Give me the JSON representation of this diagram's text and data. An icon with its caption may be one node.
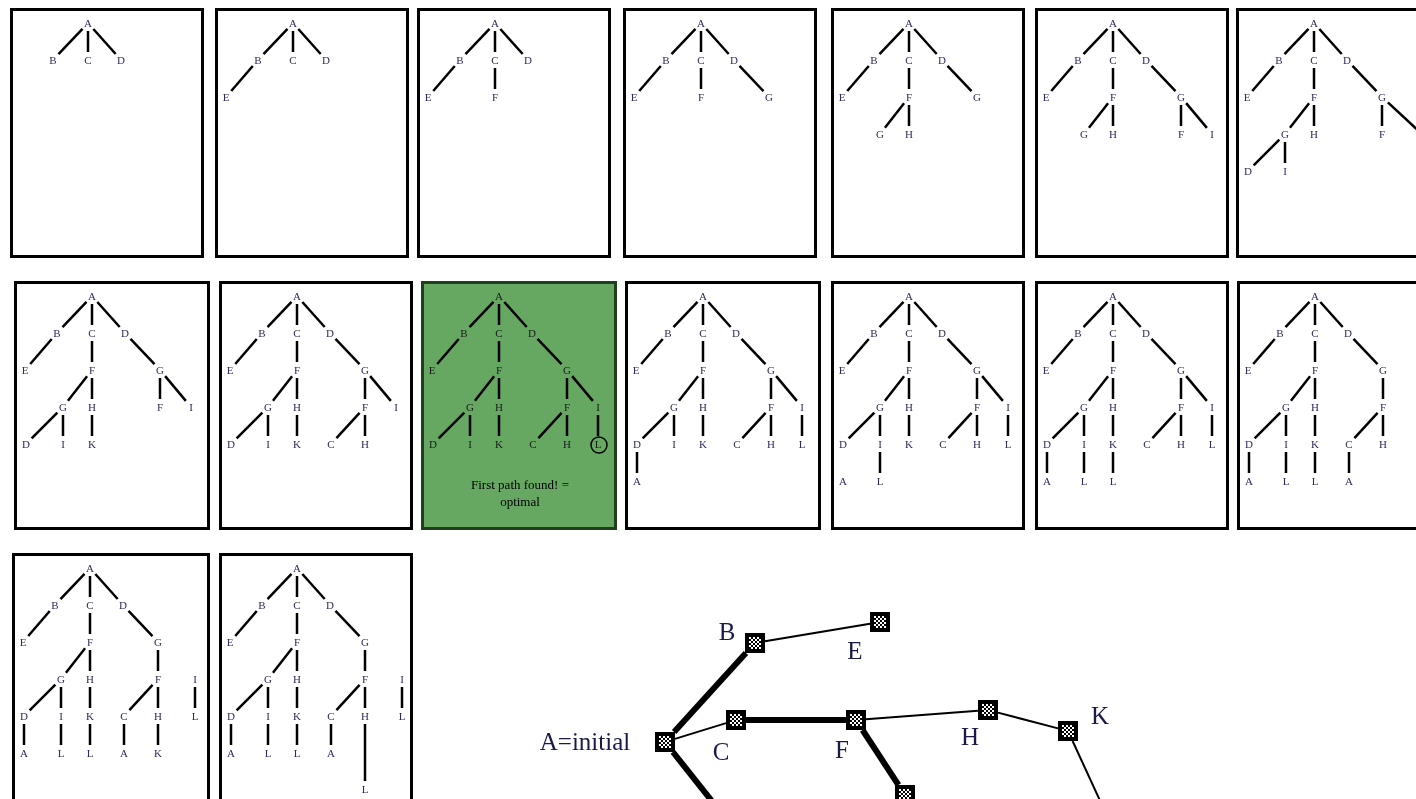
{
  "diagram": {
    "nodes": [
      {
        "text": [],
        "shape": "box"
      },
      {
        "text": [
          "A"
        ],
        "in": 0
      },
      {
        "text": [
          "B"
        ],
        "in": 0
      },
      {
        "text": [
          "C"
        ],
        "in": 0
      },
      {
        "text": [
          "D"
        ],
        "in": 0
      },
      {
        "text": [],
        "shape": "box"
      },
      {
        "text": [
          "A"
        ],
        "in": 5
      },
      {
        "text": [
          "B"
        ],
        "in": 5
      },
      {
        "text": [
          "C"
        ],
        "in": 5
      },
      {
        "text": [
          "D"
        ],
        "in": 5
      },
      {
        "text": [
          "E"
        ],
        "in": 5
      },
      {
        "text": [],
        "shape": "box"
      },
      {
        "text": [
          "A"
        ],
        "in": 11
      },
      {
        "text": [
          "B"
        ],
        "in": 11
      },
      {
        "text": [
          "C"
        ],
        "in": 11
      },
      {
        "text": [
          "D"
        ],
        "in": 11
      },
      {
        "text": [
          "E"
        ],
        "in": 11
      },
      {
        "text": [
          "F"
        ],
        "in": 11
      },
      {
        "text": [],
        "shape": "box"
      },
      {
        "text": [
          "A"
        ],
        "in": 18
      },
      {
        "text": [
          "B"
        ],
        "in": 18
      },
      {
        "text": [
          "C"
        ],
        "in": 18
      },
      {
        "text": [
          "D"
        ],
        "in": 18
      },
      {
        "text": [
          "E"
        ],
        "in": 18
      },
      {
        "text": [
          "F"
        ],
        "in": 18
      },
      {
        "text": [
          "G"
        ],
        "in": 18
      },
      {
        "text": [],
        "shape": "box"
      },
      {
        "text": [
          "A"
        ],
        "in": 26
      },
      {
        "text": [
          "B"
        ],
        "in": 26
      },
      {
        "text": [
          "C"
        ],
        "in": 26
      },
      {
        "text": [
          "D"
        ],
        "in": 26
      },
      {
        "text": [
          "E"
        ],
        "in": 26
      },
      {
        "text": [
          "F"
        ],
        "in": 26
      },
      {
        "text": [
          "G"
        ],
        "in": 26
      },
      {
        "text": [
          "G"
        ],
        "in": 26
      },
      {
        "text": [
          "H"
        ],
        "in": 26
      },
      {
        "text": [],
        "shape": "box"
      },
      {
        "text": [
          "A"
        ],
        "in": 36
      },
      {
        "text": [
          "B"
        ],
        "in": 36
      },
      {
        "text": [
          "C"
        ],
        "in": 36
      },
      {
        "text": [
          "D"
        ],
        "in": 36
      },
      {
        "text": [
          "E"
        ],
        "in": 36
      },
      {
        "text": [
          "F"
        ],
        "in": 36
      },
      {
        "text": [
          "G"
        ],
        "in": 36
      },
      {
        "text": [
          "G"
        ],
        "in": 36
      },
      {
        "text": [
          "H"
        ],
        "in": 36
      },
      {
        "text": [
          "F"
        ],
        "in": 36
      },
      {
        "text": [
          "I"
        ],
        "in": 36
      },
      {
        "text": [],
        "shape": "box"
      },
      {
        "text": [
          "A"
        ],
        "in": 48
      },
      {
        "text": [
          "B"
        ],
        "in": 48
      },
      {
        "text": [
          "C"
        ],
        "in": 48
      },
      {
        "text": [
          "D"
        ],
        "in": 48
      },
      {
        "text": [
          "E"
        ],
        "in": 48
      },
      {
        "text": [
          "F"
        ],
        "in": 48
      },
      {
        "text": [
          "G"
        ],
        "in": 48
      },
      {
        "text": [
          "G"
        ],
        "in": 48
      },
      {
        "text": [
          "H"
        ],
        "in": 48
      },
      {
        "text": [
          "F"
        ],
        "in": 48
      },
      {
        "text": [
          "D"
        ],
        "in": 48
      },
      {
        "text": [
          "I"
        ],
        "in": 48
      },
      {
        "text": [],
        "shape": "box"
      },
      {
        "text": [
          "A"
        ],
        "in": 61
      },
      {
        "text": [
          "B"
        ],
        "in": 61
      },
      {
        "text": [
          "C"
        ],
        "in": 61
      },
      {
        "text": [
          "D"
        ],
        "in": 61
      },
      {
        "text": [
          "E"
        ],
        "in": 61
      },
      {
        "text": [
          "F"
        ],
        "in": 61
      },
      {
        "text": [
          "G"
        ],
        "in": 61
      },
      {
        "text": [
          "G"
        ],
        "in": 61
      },
      {
        "text": [
          "H"
        ],
        "in": 61
      },
      {
        "text": [
          "F"
        ],
        "in": 61
      },
      {
        "text": [
          "I"
        ],
        "in": 61
      },
      {
        "text": [
          "D"
        ],
        "in": 61
      },
      {
        "text": [
          "I"
        ],
        "in": 61
      },
      {
        "text": [
          "K"
        ],
        "in": 61
      },
      {
        "text": [],
        "shape": "box"
      },
      {
        "text": [
          "A"
        ],
        "in": 76
      },
      {
        "text": [
          "B"
        ],
        "in": 76
      },
      {
        "text": [
          "C"
        ],
        "in": 76
      },
      {
        "text": [
          "D"
        ],
        "in": 76
      },
      {
        "text": [
          "E"
        ],
        "in": 76
      },
      {
        "text": [
          "F"
        ],
        "in": 76
      },
      {
        "text": [
          "G"
        ],
        "in": 76
      },
      {
        "text": [
          "G"
        ],
        "in": 76
      },
      {
        "text": [
          "H"
        ],
        "in": 76
      },
      {
        "text": [
          "F"
        ],
        "in": 76
      },
      {
        "text": [
          "I"
        ],
        "in": 76
      },
      {
        "text": [
          "D"
        ],
        "in": 76
      },
      {
        "text": [
          "I"
        ],
        "in": 76
      },
      {
        "text": [
          "K"
        ],
        "in": 76
      },
      {
        "text": [
          "C"
        ],
        "in": 76
      },
      {
        "text": [
          "H"
        ],
        "in": 76
      },
      {
        "text": [
          "First path found! = optimal"
        ]
      },
      {
        "text": [
          "A"
        ],
        "in": 93
      },
      {
        "text": [
          "B"
        ],
        "in": 93
      },
      {
        "text": [
          "C"
        ],
        "in": 93
      },
      {
        "text": [
          "D"
        ],
        "in": 93
      },
      {
        "text": [
          "E"
        ],
        "in": 93
      },
      {
        "text": [
          "F"
        ],
        "in": 93
      },
      {
        "text": [
          "G"
        ],
        "in": 93
      },
      {
        "text": [
          "G"
        ],
        "in": 93
      },
      {
        "text": [
          "H"
        ],
        "in": 93
      },
      {
        "text": [
          "F"
        ],
        "in": 93
      },
      {
        "text": [
          "I"
        ],
        "in": 93
      },
      {
        "text": [
          "D"
        ],
        "in": 93
      },
      {
        "text": [
          "I"
        ],
        "in": 93
      },
      {
        "text": [
          "K"
        ],
        "in": 93
      },
      {
        "text": [
          "C"
        ],
        "in": 93
      },
      {
        "text": [
          "H"
        ],
        "in": 93
      },
      {
        "text": [
          "L"
        ],
        "in": 93
      },
      {
        "text": [],
        "shape": "box"
      },
      {
        "text": [
          "A"
        ],
        "in": 111
      },
      {
        "text": [
          "B"
        ],
        "in": 111
      },
      {
        "text": [
          "C"
        ],
        "in": 111
      },
      {
        "text": [
          "D"
        ],
        "in": 111
      },
      {
        "text": [
          "E"
        ],
        "in": 111
      },
      {
        "text": [
          "F"
        ],
        "in": 111
      },
      {
        "text": [
          "G"
        ],
        "in": 111
      },
      {
        "text": [
          "G"
        ],
        "in": 111
      },
      {
        "text": [
          "H"
        ],
        "in": 111
      },
      {
        "text": [
          "F"
        ],
        "in": 111
      },
      {
        "text": [
          "I"
        ],
        "in": 111
      },
      {
        "text": [
          "D"
        ],
        "in": 111
      },
      {
        "text": [
          "I"
        ],
        "in": 111
      },
      {
        "text": [
          "K"
        ],
        "in": 111
      },
      {
        "text": [
          "C"
        ],
        "in": 111
      },
      {
        "text": [
          "H"
        ],
        "in": 111
      },
      {
        "text": [
          "L"
        ],
        "in": 111
      },
      {
        "text": [
          "A"
        ],
        "in": 111
      },
      {
        "text": [],
        "shape": "box"
      },
      {
        "text": [
          "A"
        ],
        "in": 130
      },
      {
        "text": [
          "B"
        ],
        "in": 130
      },
      {
        "text": [
          "C"
        ],
        "in": 130
      },
      {
        "text": [
          "D"
        ],
        "in": 130
      },
      {
        "text": [
          "E"
        ],
        "in": 130
      },
      {
        "text": [
          "F"
        ],
        "in": 130
      },
      {
        "text": [
          "G"
        ],
        "in": 130
      },
      {
        "text": [
          "G"
        ],
        "in": 130
      },
      {
        "text": [
          "H"
        ],
        "in": 130
      },
      {
        "text": [
          "F"
        ],
        "in": 130
      },
      {
        "text": [
          "I"
        ],
        "in": 130
      },
      {
        "text": [
          "D"
        ],
        "in": 130
      },
      {
        "text": [
          "I"
        ],
        "in": 130
      },
      {
        "text": [
          "K"
        ],
        "in": 130
      },
      {
        "text": [
          "C"
        ],
        "in": 130
      },
      {
        "text": [
          "H"
        ],
        "in": 130
      },
      {
        "text": [
          "L"
        ],
        "in": 130
      },
      {
        "text": [
          "A"
        ],
        "in": 130
      },
      {
        "text": [
          "L"
        ],
        "in": 130
      },
      {
        "text": [],
        "shape": "box"
      },
      {
        "text": [
          "A"
        ],
        "in": 150
      },
      {
        "text": [
          "B"
        ],
        "in": 150
      },
      {
        "text": [
          "C"
        ],
        "in": 150
      },
      {
        "text": [
          "D"
        ],
        "in": 150
      },
      {
        "text": [
          "E"
        ],
        "in": 150
      },
      {
        "text": [
          "F"
        ],
        "in": 150
      },
      {
        "text": [
          "G"
        ],
        "in": 150
      },
      {
        "text": [
          "G"
        ],
        "in": 150
      },
      {
        "text": [
          "H"
        ],
        "in": 150
      },
      {
        "text": [
          "F"
        ],
        "in": 150
      },
      {
        "text": [
          "I"
        ],
        "in": 150
      },
      {
        "text": [
          "D"
        ],
        "in": 150
      },
      {
        "text": [
          "I"
        ],
        "in": 150
      },
      {
        "text": [
          "K"
        ],
        "in": 150
      },
      {
        "text": [
          "C"
        ],
        "in": 150
      },
      {
        "text": [
          "H"
        ],
        "in": 150
      },
      {
        "text": [
          "L"
        ],
        "in": 150
      },
      {
        "text": [
          "A"
        ],
        "in": 150
      },
      {
        "text": [
          "L"
        ],
        "in": 150
      },
      {
        "text": [
          "L"
        ],
        "in": 150
      },
      {
        "text": [],
        "shape": "box"
      },
      {
        "text": [
          "A"
        ],
        "in": 171
      },
      {
        "text": [
          "B"
        ],
        "in": 171
      },
      {
        "text": [
          "C"
        ],
        "in": 171
      },
      {
        "text": [
          "D"
        ],
        "in": 171
      },
      {
        "text": [
          "E"
        ],
        "in": 171
      },
      {
        "text": [
          "F"
        ],
        "in": 171
      },
      {
        "text": [
          "G"
        ],
        "in": 171
      },
      {
        "text": [
          "G"
        ],
        "in": 171
      },
      {
        "text": [
          "H"
        ],
        "in": 171
      },
      {
        "text": [
          "F"
        ],
        "in": 171
      },
      {
        "text": [
          "D"
        ],
        "in": 171
      },
      {
        "text": [
          "I"
        ],
        "in": 171
      },
      {
        "text": [
          "K"
        ],
        "in": 171
      },
      {
        "text": [
          "C"
        ],
        "in": 171
      },
      {
        "text": [
          "H"
        ],
        "in": 171
      },
      {
        "text": [
          "A"
        ],
        "in": 171
      },
      {
        "text": [
          "L"
        ],
        "in": 171
      },
      {
        "text": [
          "L"
        ],
        "in": 171
      },
      {
        "text": [
          "A"
        ],
        "in": 171
      },
      {
        "text": [],
        "shape": "box"
      },
      {
        "text": [
          "A"
        ],
        "in": 191
      },
      {
        "text": [
          "B"
        ],
        "in": 191
      },
      {
        "text": [
          "C"
        ],
        "in": 191
      },
      {
        "text": [
          "D"
        ],
        "in": 191
      },
      {
        "text": [
          "E"
        ],
        "in": 191
      },
      {
        "text": [
          "F"
        ],
        "in": 191
      },
      {
        "text": [
          "G"
        ],
        "in": 191
      },
      {
        "text": [
          "G"
        ],
        "in": 191
      },
      {
        "text": [
          "H"
        ],
        "in": 191
      },
      {
        "text": [
          "F"
        ],
        "in": 191
      },
      {
        "text": [
          "I"
        ],
        "in": 191
      },
      {
        "text": [
          "D"
        ],
        "in": 191
      },
      {
        "text": [
          "I"
        ],
        "in": 191
      },
      {
        "text": [
          "K"
        ],
        "in": 191
      },
      {
        "text": [
          "C"
        ],
        "in": 191
      },
      {
        "text": [
          "H"
        ],
        "in": 191
      },
      {
        "text": [
          "L"
        ],
        "in": 191
      },
      {
        "text": [
          "A"
        ],
        "in": 191
      },
      {
        "text": [
          "L"
        ],
        "in": 191
      },
      {
        "text": [
          "L"
        ],
        "in": 191
      },
      {
        "text": [
          "A"
        ],
        "in": 191
      },
      {
        "text": [
          "K"
        ],
        "in": 191
      },
      {
        "text": [],
        "shape": "box"
      },
      {
        "text": [
          "A"
        ],
        "in": 214
      },
      {
        "text": [
          "B"
        ],
        "in": 214
      },
      {
        "text": [
          "C"
        ],
        "in": 214
      },
      {
        "text": [
          "D"
        ],
        "in": 214
      },
      {
        "text": [
          "E"
        ],
        "in": 214
      },
      {
        "text": [
          "F"
        ],
        "in": 214
      },
      {
        "text": [
          "G"
        ],
        "in": 214
      },
      {
        "text": [
          "G"
        ],
        "in": 214
      },
      {
        "text": [
          "H"
        ],
        "in": 214
      },
      {
        "text": [
          "F"
        ],
        "in": 214
      },
      {
        "text": [
          "I"
        ],
        "in": 214
      },
      {
        "text": [
          "D"
        ],
        "in": 214
      },
      {
        "text": [
          "I"
        ],
        "in": 214
      },
      {
        "text": [
          "K"
        ],
        "in": 214
      },
      {
        "text": [
          "C"
        ],
        "in": 214
      },
      {
        "text": [
          "H"
        ],
        "in": 214
      },
      {
        "text": [
          "L"
        ],
        "in": 214
      },
      {
        "text": [
          "A"
        ],
        "in": 214
      },
      {
        "text": [
          "L"
        ],
        "in": 214
      },
      {
        "text": [
          "L"
        ],
        "in": 214
      },
      {
        "text": [
          "A"
        ],
        "in": 214
      },
      {
        "text": [
          "L"
        ],
        "in": 214
      },
      {
        "text": [
          "A=initial"
        ]
      },
      {
        "text": [
          "B"
        ]
      },
      {
        "text": [
          "E"
        ]
      },
      {
        "text": [
          "C"
        ]
      },
      {
        "text": [
          "F"
        ]
      },
      {
        "text": [
          "H"
        ]
      },
      {
        "text": [
          "K"
        ]
      },
      {
        "text": [],
        "shape": "box"
      }
    ],
    "edges": [
      {
        "from": 1,
        "to": 2,
        "arrow": "none"
      },
      {
        "from": 1,
        "to": 3,
        "arrow": "none"
      },
      {
        "from": 1,
        "to": 4,
        "arrow": "none"
      },
      {
        "from": 6,
        "to": 7,
        "arrow": "none"
      },
      {
        "from": 6,
        "to": 8,
        "arrow": "none"
      },
      {
        "from": 6,
        "to": 9,
        "arrow": "none"
      },
      {
        "from": 7,
        "to": 10,
        "arrow": "none"
      },
      {
        "from": 12,
        "to": 13,
        "arrow": "none"
      },
      {
        "from": 12,
        "to": 14,
        "arrow": "none"
      },
      {
        "from": 12,
        "to": 15,
        "arrow": "none"
      },
      {
        "from": 13,
        "to": 16,
        "arrow": "none"
      },
      {
        "from": 14,
        "to": 17,
        "arrow": "none"
      },
      {
        "from": 19,
        "to": 20,
        "arrow": "none"
      },
      {
        "from": 19,
        "to": 21,
        "arrow": "none"
      },
      {
        "from": 19,
        "to": 22,
        "arrow": "none"
      },
      {
        "from": 20,
        "to": 23,
        "arrow": "none"
      },
      {
        "from": 21,
        "to": 24,
        "arrow": "none"
      },
      {
        "from": 22,
        "to": 25,
        "arrow": "none"
      },
      {
        "from": 27,
        "to": 28,
        "arrow": "none"
      },
      {
        "from": 27,
        "to": 29,
        "arrow": "none"
      },
      {
        "from": 27,
        "to": 30,
        "arrow": "none"
      },
      {
        "from": 28,
        "to": 31,
        "arrow": "none"
      },
      {
        "from": 29,
        "to": 32,
        "arrow": "none"
      },
      {
        "from": 30,
        "to": 33,
        "arrow": "none"
      },
      {
        "from": 32,
        "to": 34,
        "arrow": "none"
      },
      {
        "from": 32,
        "to": 35,
        "arrow": "none"
      },
      {
        "from": 37,
        "to": 38,
        "arrow": "none"
      },
      {
        "from": 37,
        "to": 39,
        "arrow": "none"
      },
      {
        "from": 37,
        "to": 40,
        "arrow": "none"
      },
      {
        "from": 38,
        "to": 41,
        "arrow": "none"
      },
      {
        "from": 39,
        "to": 42,
        "arrow": "none"
      },
      {
        "from": 40,
        "to": 43,
        "arrow": "none"
      },
      {
        "from": 42,
        "to": 44,
        "arrow": "none"
      },
      {
        "from": 42,
        "to": 45,
        "arrow": "none"
      },
      {
        "from": 43,
        "to": 46,
        "arrow": "none"
      },
      {
        "from": 43,
        "to": 47,
        "arrow": "none"
      },
      {
        "from": 49,
        "to": 50,
        "arrow": "none"
      },
      {
        "from": 49,
        "to": 51,
        "arrow": "none"
      },
      {
        "from": 49,
        "to": 52,
        "arrow": "none"
      },
      {
        "from": 50,
        "to": 53,
        "arrow": "none"
      },
      {
        "from": 51,
        "to": 54,
        "arrow": "none"
      },
      {
        "from": 52,
        "to": 55,
        "arrow": "none"
      },
      {
        "from": 54,
        "to": 56,
        "arrow": "none"
      },
      {
        "from": 54,
        "to": 57,
        "arrow": "none"
      },
      {
        "from": 55,
        "to": 58,
        "arrow": "none"
      },
      {
        "from": 55,
        "to": null,
        "arrow": "none"
      },
      {
        "from": 56,
        "to": 59,
        "arrow": "none"
      },
      {
        "from": 56,
        "to": 60,
        "arrow": "none"
      },
      {
        "from": 62,
        "to": 63,
        "arrow": "none"
      },
      {
        "from": 62,
        "to": 64,
        "arrow": "none"
      },
      {
        "from": 62,
        "to": 65,
        "arrow": "none"
      },
      {
        "from": 63,
        "to": 66,
        "arrow": "none"
      },
      {
        "from": 64,
        "to": 67,
        "arrow": "none"
      },
      {
        "from": 65,
        "to": 68,
        "arrow": "none"
      },
      {
        "from": 67,
        "to": 69,
        "arrow": "none"
      },
      {
        "from": 67,
        "to": 70,
        "arrow": "none"
      },
      {
        "from": 68,
        "to": 71,
        "arrow": "none"
      },
      {
        "from": 68,
        "to": 72,
        "arrow": "none"
      },
      {
        "from": 69,
        "to": 73,
        "arrow": "none"
      },
      {
        "from": 69,
        "to": 74,
        "arrow": "none"
      },
      {
        "from": 70,
        "to": 75,
        "arrow": "none"
      },
      {
        "from": 77,
        "to": 78,
        "arrow": "none"
      },
      {
        "from": 77,
        "to": 79,
        "arrow": "none"
      },
      {
        "from": 77,
        "to": 80,
        "arrow": "none"
      },
      {
        "from": 78,
        "to": 81,
        "arrow": "none"
      },
      {
        "from": 79,
        "to": 82,
        "arrow": "none"
      },
      {
        "from": 80,
        "to": 83,
        "arrow": "none"
      },
      {
        "from": 82,
        "to": 84,
        "arrow": "none"
      },
      {
        "from": 82,
        "to": 85,
        "arrow": "none"
      },
      {
        "from": 83,
        "to": 86,
        "arrow": "none"
      },
      {
        "from": 83,
        "to": 87,
        "arrow": "none"
      },
      {
        "from": 84,
        "to": 88,
        "arrow": "none"
      },
      {
        "from": 84,
        "to": 89,
        "arrow": "none"
      },
      {
        "from": 85,
        "to": 90,
        "arrow": "none"
      },
      {
        "from": 86,
        "to": 91,
        "arrow": "none"
      },
      {
        "from": 86,
        "to": 92,
        "arrow": "none"
      },
      {
        "from": 94,
        "to": 95,
        "arrow": "none"
      },
      {
        "from": 94,
        "to": 96,
        "arrow": "none"
      },
      {
        "from": 94,
        "to": 97,
        "arrow": "none"
      },
      {
        "from": 95,
        "to": 98,
        "arrow": "none"
      },
      {
        "from": 96,
        "to": 99,
        "arrow": "none"
      },
      {
        "from": 97,
        "to": 100,
        "arrow": "none"
      },
      {
        "from": 99,
        "to": 101,
        "arrow": "none"
      },
      {
        "from": 99,
        "to": 102,
        "arrow": "none"
      },
      {
        "from": 100,
        "to": 103,
        "arrow": "none"
      },
      {
        "from": 100,
        "to": 104,
        "arrow": "none"
      },
      {
        "from": 101,
        "to": 105,
        "arrow": "none"
      },
      {
        "from": 101,
        "to": 106,
        "arrow": "none"
      },
      {
        "from": 102,
        "to": 107,
        "arrow": "none"
      },
      {
        "from": 103,
        "to": 108,
        "arrow": "none"
      },
      {
        "from": 103,
        "to": 109,
        "arrow": "none"
      },
      {
        "from": 104,
        "to": 110,
        "arrow": "none"
      },
      {
        "from": 112,
        "to": 113,
        "arrow": "none"
      },
      {
        "from": 112,
        "to": 114,
        "arrow": "none"
      },
      {
        "from": 112,
        "to": 115,
        "arrow": "none"
      },
      {
        "from": 113,
        "to": 116,
        "arrow": "none"
      },
      {
        "from": 114,
        "to": 117,
        "arrow": "none"
      },
      {
        "from": 115,
        "to": 118,
        "arrow": "none"
      },
      {
        "from": 117,
        "to": 119,
        "arrow": "none"
      },
      {
        "from": 117,
        "to": 120,
        "arrow": "none"
      },
      {
        "from": 118,
        "to": 121,
        "arrow": "none"
      },
      {
        "from": 118,
        "to": 122,
        "arrow": "none"
      },
      {
        "from": 119,
        "to": 123,
        "arrow": "none"
      },
      {
        "from": 119,
        "to": 124,
        "arrow": "none"
      },
      {
        "from": 120,
        "to": 125,
        "arrow": "none"
      },
      {
        "from": 121,
        "to": 126,
        "arrow": "none"
      },
      {
        "from": 121,
        "to": 127,
        "arrow": "none"
      },
      {
        "from": 122,
        "to": 128,
        "arrow": "none"
      },
      {
        "from": 123,
        "to": 129,
        "arrow": "none"
      },
      {
        "from": 131,
        "to": 132,
        "arrow": "none"
      },
      {
        "from": 131,
        "to": 133,
        "arrow": "none"
      },
      {
        "from": 131,
        "to": 134,
        "arrow": "none"
      },
      {
        "from": 132,
        "to": 135,
        "arrow": "none"
      },
      {
        "from": 133,
        "to": 136,
        "arrow": "none"
      },
      {
        "from": 134,
        "to": 137,
        "arrow": "none"
      },
      {
        "from": 136,
        "to": 138,
        "arrow": "none"
      },
      {
        "from": 136,
        "to": 139,
        "arrow": "none"
      },
      {
        "from": 137,
        "to": 140,
        "arrow": "none"
      },
      {
        "from": 137,
        "to": 141,
        "arrow": "none"
      },
      {
        "from": 138,
        "to": 142,
        "arrow": "none"
      },
      {
        "from": 138,
        "to": 143,
        "arrow": "none"
      },
      {
        "from": 139,
        "to": 144,
        "arrow": "none"
      },
      {
        "from": 140,
        "to": 145,
        "arrow": "none"
      },
      {
        "from": 140,
        "to": 146,
        "arrow": "none"
      },
      {
        "from": 141,
        "to": 147,
        "arrow": "none"
      },
      {
        "from": 143,
        "to": 149,
        "arrow": "none"
      },
      {
        "from": 151,
        "to": 152,
        "arrow": "none"
      },
      {
        "from": 151,
        "to": 153,
        "arrow": "none"
      },
      {
        "from": 151,
        "to": 154,
        "arrow": "none"
      },
      {
        "from": 152,
        "to": 155,
        "arrow": "none"
      },
      {
        "from": 153,
        "to": 156,
        "arrow": "none"
      },
      {
        "from": 154,
        "to": 157,
        "arrow": "none"
      },
      {
        "from": 156,
        "to": 158,
        "arrow": "none"
      },
      {
        "from": 156,
        "to": 159,
        "arrow": "none"
      },
      {
        "from": 157,
        "to": 160,
        "arrow": "none"
      },
      {
        "from": 157,
        "to": 161,
        "arrow": "none"
      },
      {
        "from": 158,
        "to": 162,
        "arrow": "none"
      },
      {
        "from": 158,
        "to": 163,
        "arrow": "none"
      },
      {
        "from": 159,
        "to": 164,
        "arrow": "none"
      },
      {
        "from": 160,
        "to": 165,
        "arrow": "none"
      },
      {
        "from": 160,
        "to": 166,
        "arrow": "none"
      },
      {
        "from": 161,
        "to": 167,
        "arrow": "none"
      },
      {
        "from": 162,
        "to": 168,
        "arrow": "none"
      },
      {
        "from": 163,
        "to": 169,
        "arrow": "none"
      },
      {
        "from": 164,
        "to": 170,
        "arrow": "none"
      },
      {
        "from": 172,
        "to": 173,
        "arrow": "none"
      },
      {
        "from": 172,
        "to": 174,
        "arrow": "none"
      },
      {
        "from": 172,
        "to": 175,
        "arrow": "none"
      },
      {
        "from": 173,
        "to": 176,
        "arrow": "none"
      },
      {
        "from": 174,
        "to": 177,
        "arrow": "none"
      },
      {
        "from": 175,
        "to": 178,
        "arrow": "none"
      },
      {
        "from": 177,
        "to": 179,
        "arrow": "none"
      },
      {
        "from": 177,
        "to": 180,
        "arrow": "none"
      },
      {
        "from": 178,
        "to": 181,
        "arrow": "none"
      },
      {
        "from": 179,
        "to": 182,
        "arrow": "none"
      },
      {
        "from": 179,
        "to": 183,
        "arrow": "none"
      },
      {
        "from": 180,
        "to": 184,
        "arrow": "none"
      },
      {
        "from": 181,
        "to": 185,
        "arrow": "none"
      },
      {
        "from": 181,
        "to": 186,
        "arrow": "none"
      },
      {
        "from": 182,
        "to": 187,
        "arrow": "none"
      },
      {
        "from": 183,
        "to": 188,
        "arrow": "none"
      },
      {
        "from": 184,
        "to": 189,
        "arrow": "none"
      },
      {
        "from": 185,
        "to": 190,
        "arrow": "none"
      },
      {
        "from": 192,
        "to": 193,
        "arrow": "none"
      },
      {
        "from": 192,
        "to": 194,
        "arrow": "none"
      },
      {
        "from": 192,
        "to": 195,
        "arrow": "none"
      },
      {
        "from": 193,
        "to": 196,
        "arrow": "none"
      },
      {
        "from": 194,
        "to": 197,
        "arrow": "none"
      },
      {
        "from": 195,
        "to": 198,
        "arrow": "none"
      },
      {
        "from": 197,
        "to": 199,
        "arrow": "none"
      },
      {
        "from": 197,
        "to": 200,
        "arrow": "none"
      },
      {
        "from": 198,
        "to": 201,
        "arrow": "none"
      },
      {
        "from": 199,
        "to": 203,
        "arrow": "none"
      },
      {
        "from": 199,
        "to": 204,
        "arrow": "none"
      },
      {
        "from": 200,
        "to": 205,
        "arrow": "none"
      },
      {
        "from": 201,
        "to": 206,
        "arrow": "none"
      },
      {
        "from": 201,
        "to": 207,
        "arrow": "none"
      },
      {
        "from": 202,
        "to": 208,
        "arrow": "none"
      },
      {
        "from": 203,
        "to": 209,
        "arrow": "none"
      },
      {
        "from": 204,
        "to": 210,
        "arrow": "none"
      },
      {
        "from": 205,
        "to": 211,
        "arrow": "none"
      },
      {
        "from": 206,
        "to": 212,
        "arrow": "none"
      },
      {
        "from": 207,
        "to": 213,
        "arrow": "none"
      },
      {
        "from": 215,
        "to": 216,
        "arrow": "none"
      },
      {
        "from": 215,
        "to": 217,
        "arrow": "none"
      },
      {
        "from": 215,
        "to": 218,
        "arrow": "none"
      },
      {
        "from": 216,
        "to": 219,
        "arrow": "none"
      },
      {
        "from": 217,
        "to": 220,
        "arrow": "none"
      },
      {
        "from": 218,
        "to": 221,
        "arrow": "none"
      },
      {
        "from": 220,
        "to": 222,
        "arrow": "none"
      },
      {
        "from": 220,
        "to": 223,
        "arrow": "none"
      },
      {
        "from": 221,
        "to": 224,
        "arrow": "none"
      },
      {
        "from": 222,
        "to": 226,
        "arrow": "none"
      },
      {
        "from": 222,
        "to": 227,
        "arrow": "none"
      },
      {
        "from": 223,
        "to": 228,
        "arrow": "none"
      },
      {
        "from": 224,
        "to": 229,
        "arrow": "none"
      },
      {
        "from": 224,
        "to": 230,
        "arrow": "none"
      },
      {
        "from": 225,
        "to": 231,
        "arrow": "none"
      },
      {
        "from": 226,
        "to": 232,
        "arrow": "none"
      },
      {
        "from": 227,
        "to": 233,
        "arrow": "none"
      },
      {
        "from": 228,
        "to": 234,
        "arrow": "none"
      },
      {
        "from": 229,
        "to": 235,
        "arrow": "none"
      },
      {
        "from": 230,
        "to": 236,
        "arrow": "none"
      },
      {
        "from": 237,
        "to": 238,
        "arrow": "none",
        "style": "thick"
      },
      {
        "from": 238,
        "to": 239,
        "arrow": "none"
      },
      {
        "from": 237,
        "to": 240,
        "arrow": "none"
      },
      {
        "from": 240,
        "to": 241,
        "arrow": "none",
        "style": "thick"
      },
      {
        "from": 241,
        "to": 242,
        "arrow": "none"
      },
      {
        "from": 242,
        "to": 243,
        "arrow": "none"
      },
      {
        "from": 241,
        "to": 244,
        "arrow": "none",
        "style": "thick"
      },
      {
        "from": 237,
        "to": null,
        "arrow": "none",
        "style": "thick"
      },
      {
        "from": 243,
        "to": null,
        "arrow": "none"
      }
    ]
  }
}
